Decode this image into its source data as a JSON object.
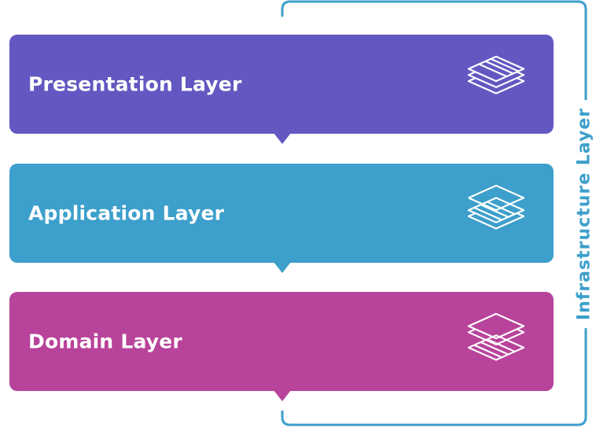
{
  "colors": {
    "presentation": "#6358c2",
    "application": "#3d9fcb",
    "domain": "#b8439a",
    "infrastructure": "#3d9fcb"
  },
  "layers": [
    {
      "label": "Presentation Layer",
      "icon": "layers-top-highlighted-icon"
    },
    {
      "label": "Application Layer",
      "icon": "layers-middle-highlighted-icon"
    },
    {
      "label": "Domain Layer",
      "icon": "layers-bottom-highlighted-icon"
    }
  ],
  "infrastructure": {
    "label": "Infrastructure Layer"
  }
}
